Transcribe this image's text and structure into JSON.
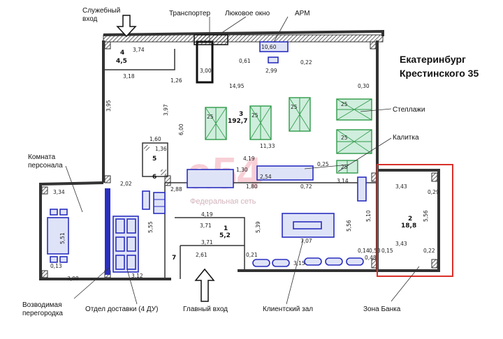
{
  "title": {
    "line1": "Екатеринбург",
    "line2": "Крестинского 35"
  },
  "callouts": {
    "service_entrance": [
      "Служебный",
      "вход"
    ],
    "conveyor": "Транспортер",
    "hatch_window": "Люковое окно",
    "arm": "АРМ",
    "racks": "Стеллажи",
    "gate": "Калитка",
    "staff_room": [
      "Комната",
      "персонала"
    ],
    "partition": [
      "Возводимая",
      "перегородка"
    ],
    "delivery_dept": "Отдел доставки (4 ДУ)",
    "main_entrance": "Главный вход",
    "client_hall": "Клиентский зал",
    "bank_zone": "Зона Банка"
  },
  "rooms": {
    "r1": {
      "num": "1",
      "area": "5,2"
    },
    "r2": {
      "num": "2",
      "area": "18,8"
    },
    "r3": {
      "num": "3",
      "area": "192,7"
    },
    "r4": {
      "num": "4",
      "area": "4,5"
    },
    "r5": {
      "num": "5"
    },
    "r6": {
      "num": "6"
    },
    "r7": {
      "num": "7"
    }
  },
  "dims": {
    "d_374": "3,74",
    "d_300": "3,00",
    "d_318": "3,18",
    "d_126": "1,26",
    "d_1495": "14,95",
    "d_1060": "10,60",
    "d_299": "2,99",
    "d_395": "3,95",
    "d_397": "3,97",
    "d_600": "6,00",
    "d_160": "1,60",
    "d_136": "1,36",
    "d_1133": "11,33",
    "d_419": "4,19",
    "d_130": "1,30",
    "d_254": "2,54",
    "d_202": "2,02",
    "d_334": "3,34",
    "d_551": "5,51",
    "d_013": "0,13",
    "d_308": "3,08",
    "d_312": "3,12",
    "d_555": "5,55",
    "d_419b": "4,19",
    "d_371": "3,71",
    "d_371b": "3,71",
    "d_261": "2,61",
    "d_539": "5,39",
    "d_707": "7,07",
    "d_556": "5,56",
    "d_510": "5,10",
    "d_343": "3,43",
    "d_343b": "3,43",
    "d_556b": "5,56",
    "d_314": "3,14",
    "d_030": "0,30",
    "d_022": "0,22",
    "d_029": "0,29",
    "d_015": "0,15",
    "d_022b": "0,22",
    "d_061": "0,61",
    "d_025": "0,25",
    "d_180": "1,80",
    "d_288": "2,88",
    "d_072": "0,72",
    "d_315": "3,15",
    "d_053": "0,53",
    "d_048": "0,48",
    "d_014": "0,14",
    "d_021": "0,21"
  },
  "rack_unit": "25",
  "watermark": {
    "logo": "a54",
    "sub": "Федеральная сеть"
  },
  "colors": {
    "furniture": "#2a2fbf",
    "racks": "#2e9a48",
    "bank_frame": "#d9302b",
    "walls": "#333333"
  }
}
